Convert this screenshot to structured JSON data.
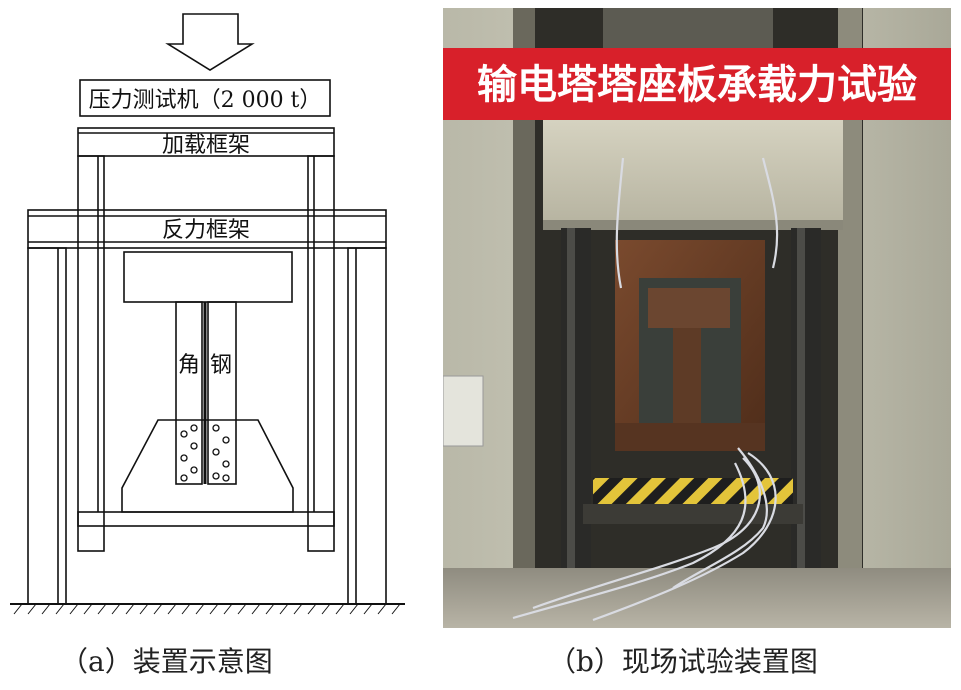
{
  "diagram": {
    "machine_label": "压力测试机（2 000 t）",
    "loading_frame_label": "加载框架",
    "reaction_frame_label": "反力框架",
    "angle_steel_label_left": "角",
    "angle_steel_label_right": "钢"
  },
  "photo": {
    "banner_text": "输电塔塔座板承载力试验",
    "banner_color": "#d8202a",
    "hazard_colors": [
      "#e3c43a",
      "#1e1e1e"
    ]
  },
  "captions": {
    "a": "（a）装置示意图",
    "b": "（b）现场试验装置图"
  }
}
